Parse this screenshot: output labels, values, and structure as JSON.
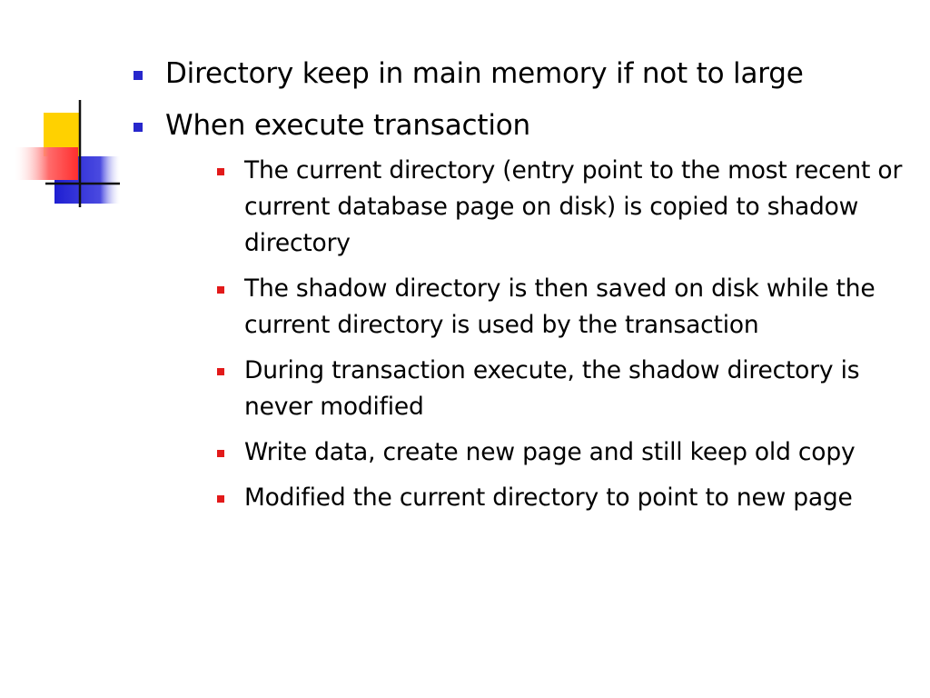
{
  "colors": {
    "level1_bullet": "#2727cc",
    "level2_bullet": "#e21a1a",
    "logo_yellow": "#ffd100",
    "logo_blue": "#2424d8",
    "logo_red": "#ff3b3b"
  },
  "bullets": [
    {
      "text": "Directory keep in main memory if not to large",
      "subitems": []
    },
    {
      "text": "When execute transaction",
      "subitems": [
        "The current directory (entry point to the most recent or current database page on disk) is copied to shadow directory",
        "The shadow directory is then saved on disk while the current directory is used by the transaction",
        "During transaction execute, the shadow directory is never modified",
        "Write data, create new page and still keep old copy",
        "Modified the current directory to point to new page"
      ]
    }
  ]
}
